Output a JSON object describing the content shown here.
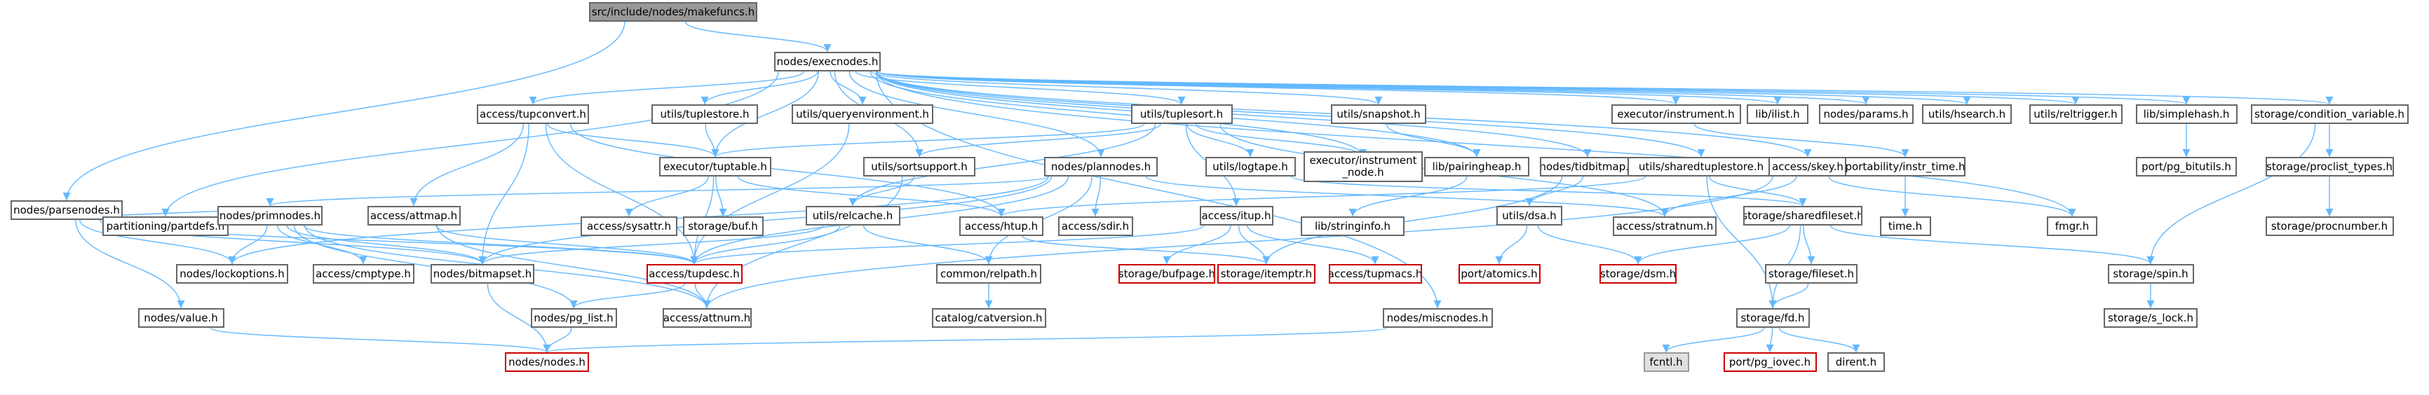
{
  "nodes": [
    {
      "id": "makefuncs",
      "label": "src/include/nodes/makefuncs.h",
      "style": "start"
    },
    {
      "id": "execnodes",
      "label": "nodes/execnodes.h"
    },
    {
      "id": "parsenodes",
      "label": "nodes/parsenodes.h"
    },
    {
      "id": "tupconvert",
      "label": "access/tupconvert.h"
    },
    {
      "id": "tuplestore",
      "label": "utils/tuplestore.h"
    },
    {
      "id": "queryenv",
      "label": "utils/queryenvironment.h"
    },
    {
      "id": "tuplesort",
      "label": "utils/tuplesort.h"
    },
    {
      "id": "snapshot",
      "label": "utils/snapshot.h"
    },
    {
      "id": "executor_instr",
      "label": "executor/instrument.h"
    },
    {
      "id": "lib_ilist",
      "label": "lib/ilist.h"
    },
    {
      "id": "params",
      "label": "nodes/params.h"
    },
    {
      "id": "hsearch",
      "label": "utils/hsearch.h"
    },
    {
      "id": "reltrigger",
      "label": "utils/reltrigger.h"
    },
    {
      "id": "simplehash",
      "label": "lib/simplehash.h"
    },
    {
      "id": "condvar",
      "label": "storage/condition_variable.h"
    },
    {
      "id": "tuptable",
      "label": "executor/tuptable.h"
    },
    {
      "id": "plannodes",
      "label": "nodes/plannodes.h"
    },
    {
      "id": "sortsupport",
      "label": "utils/sortsupport.h"
    },
    {
      "id": "logtape",
      "label": "utils/logtape.h"
    },
    {
      "id": "exec_instr_node",
      "label": "executor/instrument\n_node.h"
    },
    {
      "id": "pairingheap",
      "label": "lib/pairingheap.h"
    },
    {
      "id": "tidbitmap",
      "label": "nodes/tidbitmap.h"
    },
    {
      "id": "sharedtuplestore",
      "label": "utils/sharedtuplestore.h"
    },
    {
      "id": "skey",
      "label": "access/skey.h"
    },
    {
      "id": "portability",
      "label": "portability/instr_time.h"
    },
    {
      "id": "pg_bitutils",
      "label": "port/pg_bitutils.h"
    },
    {
      "id": "proclist_types",
      "label": "storage/proclist_types.h"
    },
    {
      "id": "partdefs",
      "label": "partitioning/partdefs.h"
    },
    {
      "id": "primnodes",
      "label": "nodes/primnodes.h"
    },
    {
      "id": "attmap",
      "label": "access/attmap.h"
    },
    {
      "id": "sysattr",
      "label": "access/sysattr.h"
    },
    {
      "id": "buf",
      "label": "storage/buf.h"
    },
    {
      "id": "relcache",
      "label": "utils/relcache.h"
    },
    {
      "id": "htup",
      "label": "access/htup.h"
    },
    {
      "id": "sdir",
      "label": "access/sdir.h"
    },
    {
      "id": "itup",
      "label": "access/itup.h"
    },
    {
      "id": "stringinfo",
      "label": "lib/stringinfo.h"
    },
    {
      "id": "dsa",
      "label": "utils/dsa.h"
    },
    {
      "id": "stratnum",
      "label": "access/stratnum.h"
    },
    {
      "id": "sharedfileset",
      "label": "storage/sharedfileset.h"
    },
    {
      "id": "time",
      "label": "time.h"
    },
    {
      "id": "procnumber",
      "label": "storage/procnumber.h"
    },
    {
      "id": "fmgr",
      "label": "fmgr.h"
    },
    {
      "id": "lockoptions",
      "label": "nodes/lockoptions.h"
    },
    {
      "id": "cmptype",
      "label": "access/cmptype.h"
    },
    {
      "id": "bitmapset",
      "label": "nodes/bitmapset.h"
    },
    {
      "id": "tupdesc",
      "label": "access/tupdesc.h",
      "style": "red"
    },
    {
      "id": "relpath",
      "label": "common/relpath.h"
    },
    {
      "id": "bufpage",
      "label": "storage/bufpage.h",
      "style": "red"
    },
    {
      "id": "itemptr",
      "label": "storage/itemptr.h",
      "style": "red"
    },
    {
      "id": "tupmacs",
      "label": "access/tupmacs.h",
      "style": "red"
    },
    {
      "id": "atomics",
      "label": "port/atomics.h",
      "style": "red"
    },
    {
      "id": "dsm",
      "label": "storage/dsm.h",
      "style": "red"
    },
    {
      "id": "fileset",
      "label": "storage/fileset.h"
    },
    {
      "id": "spin",
      "label": "storage/spin.h"
    },
    {
      "id": "value",
      "label": "nodes/value.h"
    },
    {
      "id": "pg_list",
      "label": "nodes/pg_list.h"
    },
    {
      "id": "attnum",
      "label": "access/attnum.h"
    },
    {
      "id": "catversion",
      "label": "catalog/catversion.h"
    },
    {
      "id": "miscnodes",
      "label": "nodes/miscnodes.h"
    },
    {
      "id": "fd",
      "label": "storage/fd.h"
    },
    {
      "id": "s_lock",
      "label": "storage/s_lock.h"
    },
    {
      "id": "nodes",
      "label": "nodes/nodes.h",
      "style": "red"
    },
    {
      "id": "fcntl",
      "label": "fcntl.h",
      "style": "ext"
    },
    {
      "id": "pg_iovec",
      "label": "port/pg_iovec.h",
      "style": "red"
    },
    {
      "id": "dirent",
      "label": "dirent.h"
    }
  ],
  "edges": [
    [
      "makefuncs",
      "execnodes"
    ],
    [
      "makefuncs",
      "parsenodes"
    ],
    [
      "execnodes",
      "tupconvert"
    ],
    [
      "execnodes",
      "tuplestore"
    ],
    [
      "execnodes",
      "queryenv"
    ],
    [
      "execnodes",
      "tuplesort"
    ],
    [
      "execnodes",
      "snapshot"
    ],
    [
      "execnodes",
      "executor_instr"
    ],
    [
      "execnodes",
      "lib_ilist"
    ],
    [
      "execnodes",
      "params"
    ],
    [
      "execnodes",
      "hsearch"
    ],
    [
      "execnodes",
      "reltrigger"
    ],
    [
      "execnodes",
      "simplehash"
    ],
    [
      "execnodes",
      "condvar"
    ],
    [
      "execnodes",
      "tuptable"
    ],
    [
      "execnodes",
      "plannodes"
    ],
    [
      "execnodes",
      "sortsupport"
    ],
    [
      "execnodes",
      "exec_instr_node"
    ],
    [
      "execnodes",
      "pairingheap"
    ],
    [
      "execnodes",
      "tidbitmap"
    ],
    [
      "execnodes",
      "sharedtuplestore"
    ],
    [
      "execnodes",
      "skey"
    ],
    [
      "execnodes",
      "partdefs"
    ],
    [
      "execnodes",
      "fmgr"
    ],
    [
      "execnodes",
      "miscnodes"
    ],
    [
      "parsenodes",
      "partdefs"
    ],
    [
      "parsenodes",
      "primnodes"
    ],
    [
      "parsenodes",
      "lockoptions"
    ],
    [
      "parsenodes",
      "bitmapset"
    ],
    [
      "parsenodes",
      "value"
    ],
    [
      "parsenodes",
      "tupdesc"
    ],
    [
      "tupconvert",
      "tuptable"
    ],
    [
      "tupconvert",
      "attmap"
    ],
    [
      "tupconvert",
      "htup"
    ],
    [
      "tupconvert",
      "tupdesc"
    ],
    [
      "tupconvert",
      "bitmapset"
    ],
    [
      "tuplestore",
      "tuptable"
    ],
    [
      "queryenv",
      "tupdesc"
    ],
    [
      "tuplesort",
      "tuptable"
    ],
    [
      "tuplesort",
      "sortsupport"
    ],
    [
      "tuplesort",
      "logtape"
    ],
    [
      "tuplesort",
      "exec_instr_node"
    ],
    [
      "tuplesort",
      "itup"
    ],
    [
      "tuplesort",
      "relcache"
    ],
    [
      "tuplesort",
      "stratnum"
    ],
    [
      "snapshot",
      "pairingheap"
    ],
    [
      "executor_instr",
      "portability"
    ],
    [
      "simplehash",
      "pg_bitutils"
    ],
    [
      "condvar",
      "proclist_types"
    ],
    [
      "condvar",
      "spin"
    ],
    [
      "tuptable",
      "htup"
    ],
    [
      "tuptable",
      "sysattr"
    ],
    [
      "tuptable",
      "buf"
    ],
    [
      "tuptable",
      "tupdesc"
    ],
    [
      "plannodes",
      "primnodes"
    ],
    [
      "plannodes",
      "lockoptions"
    ],
    [
      "plannodes",
      "bitmapset"
    ],
    [
      "plannodes",
      "relpath"
    ],
    [
      "plannodes",
      "sdir"
    ],
    [
      "plannodes",
      "stratnum"
    ],
    [
      "plannodes",
      "tupdesc"
    ],
    [
      "sortsupport",
      "relcache"
    ],
    [
      "sortsupport",
      "attnum"
    ],
    [
      "logtape",
      "sharedfileset"
    ],
    [
      "pairingheap",
      "stringinfo"
    ],
    [
      "tidbitmap",
      "dsa"
    ],
    [
      "tidbitmap",
      "itemptr"
    ],
    [
      "sharedtuplestore",
      "htup"
    ],
    [
      "sharedtuplestore",
      "sharedfileset"
    ],
    [
      "sharedtuplestore",
      "fd"
    ],
    [
      "skey",
      "fmgr"
    ],
    [
      "skey",
      "stratnum"
    ],
    [
      "skey",
      "attnum"
    ],
    [
      "portability",
      "time"
    ],
    [
      "proclist_types",
      "procnumber"
    ],
    [
      "primnodes",
      "cmptype"
    ],
    [
      "primnodes",
      "lockoptions"
    ],
    [
      "primnodes",
      "bitmapset"
    ],
    [
      "primnodes",
      "pg_list"
    ],
    [
      "primnodes",
      "attnum"
    ],
    [
      "primnodes",
      "tupdesc"
    ],
    [
      "attmap",
      "tupdesc"
    ],
    [
      "attmap",
      "attnum"
    ],
    [
      "relcache",
      "tupdesc"
    ],
    [
      "relcache",
      "bitmapset"
    ],
    [
      "relcache",
      "relpath"
    ],
    [
      "htup",
      "itemptr"
    ],
    [
      "itup",
      "tupdesc"
    ],
    [
      "itup",
      "bufpage"
    ],
    [
      "itup",
      "itemptr"
    ],
    [
      "itup",
      "tupmacs"
    ],
    [
      "dsa",
      "atomics"
    ],
    [
      "dsa",
      "dsm"
    ],
    [
      "sharedfileset",
      "fileset"
    ],
    [
      "sharedfileset",
      "dsm"
    ],
    [
      "sharedfileset",
      "spin"
    ],
    [
      "sharedfileset",
      "fd"
    ],
    [
      "bitmapset",
      "nodes"
    ],
    [
      "tupdesc",
      "pg_list"
    ],
    [
      "tupdesc",
      "attnum"
    ],
    [
      "relpath",
      "catversion"
    ],
    [
      "fileset",
      "fd"
    ],
    [
      "spin",
      "s_lock"
    ],
    [
      "value",
      "nodes"
    ],
    [
      "pg_list",
      "nodes"
    ],
    [
      "miscnodes",
      "nodes"
    ],
    [
      "fd",
      "fcntl"
    ],
    [
      "fd",
      "pg_iovec"
    ],
    [
      "fd",
      "dirent"
    ]
  ],
  "colors": {
    "edge": "#63b8ff",
    "border": "#666666",
    "red_border": "#cc0000",
    "start_fill": "#999999",
    "ext_fill": "#e0e0e0"
  }
}
